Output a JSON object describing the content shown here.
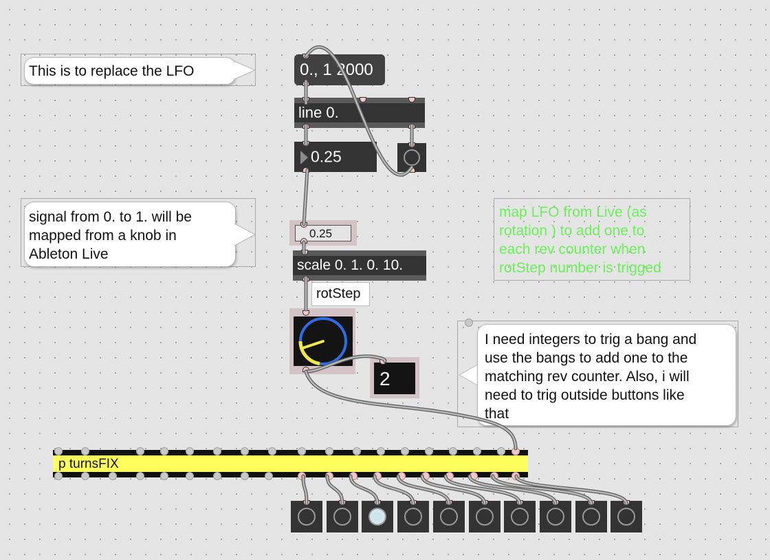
{
  "comments": {
    "lfo_replace": "This is to replace the LFO",
    "signal_note_lines": [
      "signal from 0. to 1. will be",
      "mapped from a knob in",
      "Ableton Live"
    ],
    "map_lfo_lines": [
      "map LFO from Live (as",
      "rotation ) to add one to",
      "each rev counter when",
      "rotStep number is trigged"
    ],
    "integers_note_lines": [
      "I need integers to trig a bang and",
      "use the bangs to add one to the",
      "matching rev counter.  Also, i will",
      "need to trig outside buttons like",
      "that"
    ]
  },
  "objects": {
    "message": "0., 1 2000",
    "line": "line 0.",
    "float_box": "0.25",
    "flonum_small": "0.25",
    "scale": "scale 0. 1. 0. 10.",
    "rot_step_label": "rotStep",
    "int_display": "2",
    "subpatcher": "p turnsFIX"
  },
  "colors": {
    "canvas": "#e5e5e5",
    "object_bg": "#333333",
    "subpatcher_bg": "#ffff5e",
    "green_comment": "#6cf05a",
    "dial_ring": "#2f6be6",
    "dial_arc": "#f1e84a",
    "inlet": "#f2c8c8"
  },
  "dial": {
    "value": 0.25,
    "range": [
      0,
      1
    ]
  },
  "bang_row": {
    "count": 10,
    "active_index": 2
  }
}
